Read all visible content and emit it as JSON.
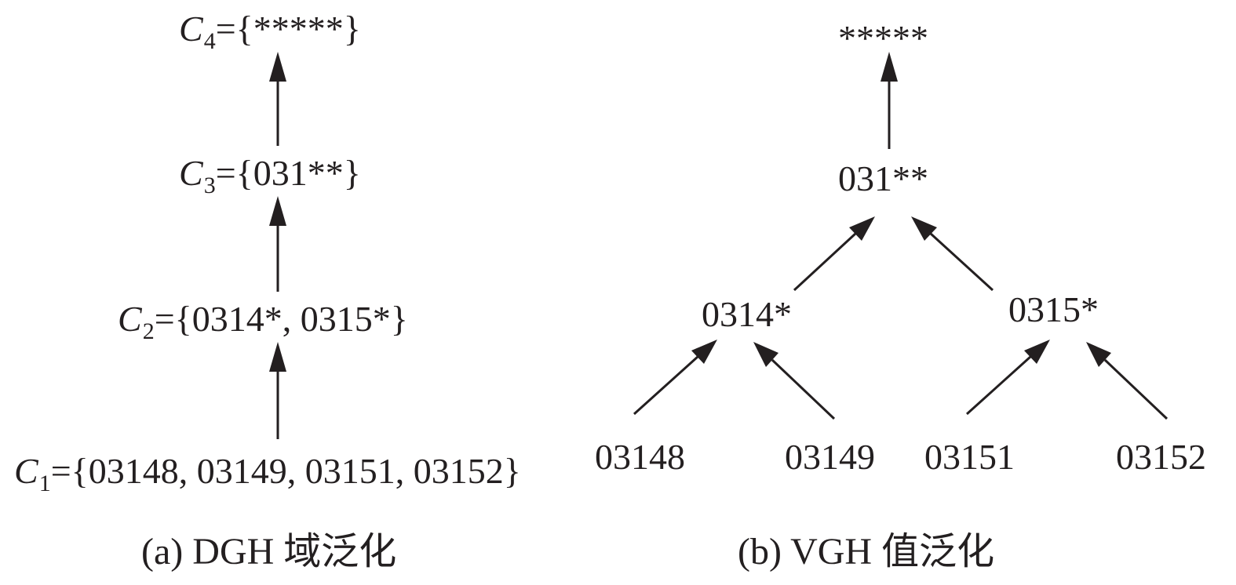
{
  "dgh": {
    "levels": [
      {
        "var": "C",
        "sub": "4",
        "set": "={*****}"
      },
      {
        "var": "C",
        "sub": "3",
        "set": "={031**}"
      },
      {
        "var": "C",
        "sub": "2",
        "set": "={0314*, 0315*}"
      },
      {
        "var": "C",
        "sub": "1",
        "set": "={03148, 03149, 03151, 03152}"
      }
    ],
    "caption": "(a) DGH 域泛化"
  },
  "vgh": {
    "root": "*****",
    "level3": "031**",
    "level2": [
      "0314*",
      "0315*"
    ],
    "leaves": [
      "03148",
      "03149",
      "03151",
      "03152"
    ],
    "caption": "(b) VGH 值泛化"
  }
}
